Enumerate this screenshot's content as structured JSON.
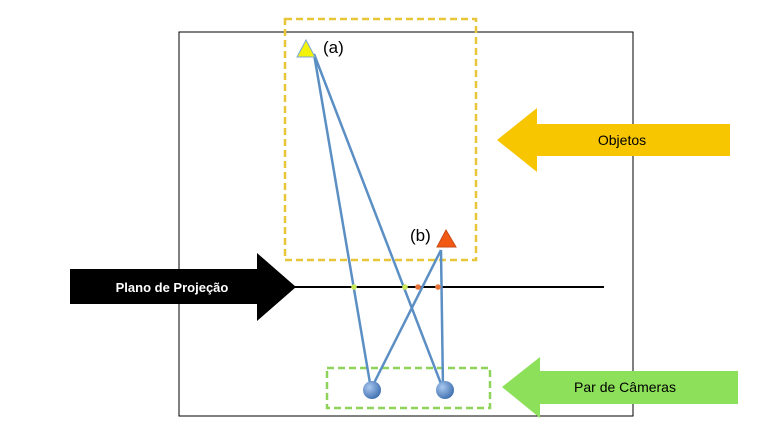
{
  "labels": {
    "object_a": "(a)",
    "object_b": "(b)"
  },
  "arrows": {
    "objects": "Objetos",
    "projection_plane": "Plano de Projeção",
    "cameras": "Par de Câmeras"
  },
  "colors": {
    "frame": "#000000",
    "objects_box": "#e8c63a",
    "cameras_box": "#8fd45a",
    "objects_arrow": "#f7c600",
    "projection_arrow": "#000000",
    "cameras_arrow": "#8de05a",
    "rays": "#5b8fc4",
    "projection_line": "#000000",
    "object_a_fill": "#f2f20a",
    "object_b_fill": "#f25a14",
    "camera_fill": "#5b8ed0",
    "point_a": "#c9e85a",
    "point_b": "#e8743a"
  },
  "icons": {
    "object_a": "triangle-icon",
    "object_b": "triangle-icon",
    "camera": "sphere-icon"
  }
}
